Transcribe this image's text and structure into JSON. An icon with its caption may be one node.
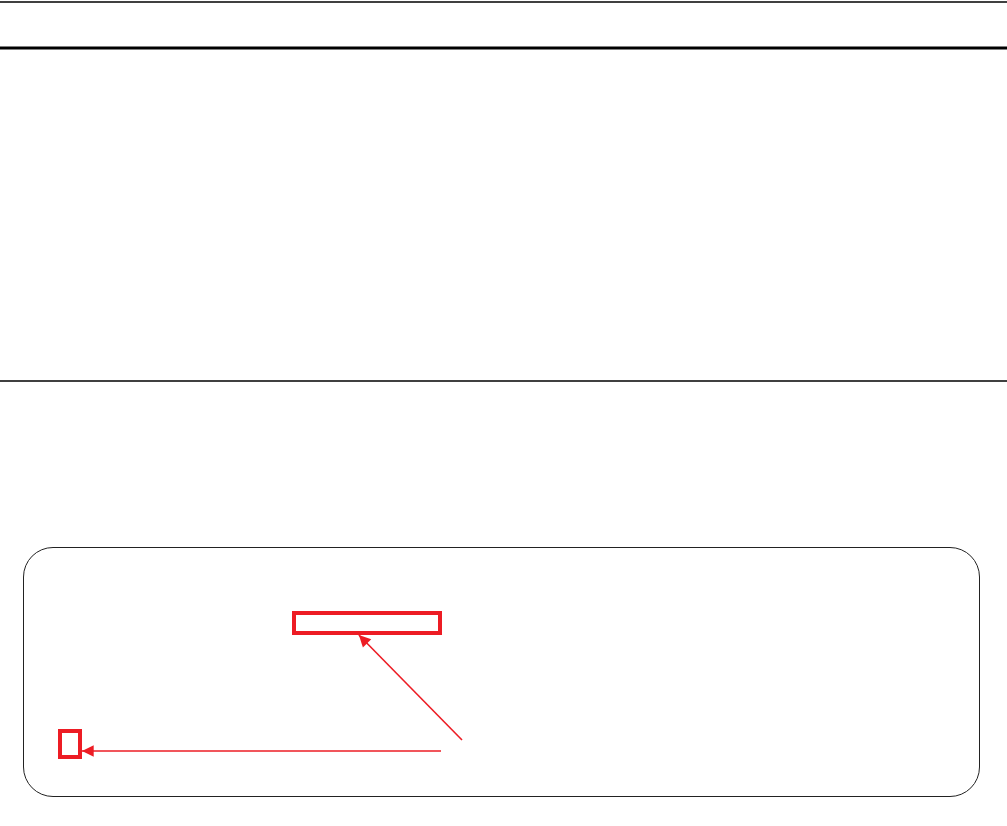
{
  "diagram": {
    "nodes": [
      {
        "text": [],
        "shape": "box"
      },
      {
        "text": [],
        "shape": "box",
        "in": 0
      },
      {
        "text": [],
        "shape": "box",
        "in": 0
      }
    ],
    "edges": [
      {
        "from": null,
        "to": 1,
        "arrow": "to"
      },
      {
        "from": null,
        "to": 2,
        "arrow": "to"
      }
    ]
  }
}
